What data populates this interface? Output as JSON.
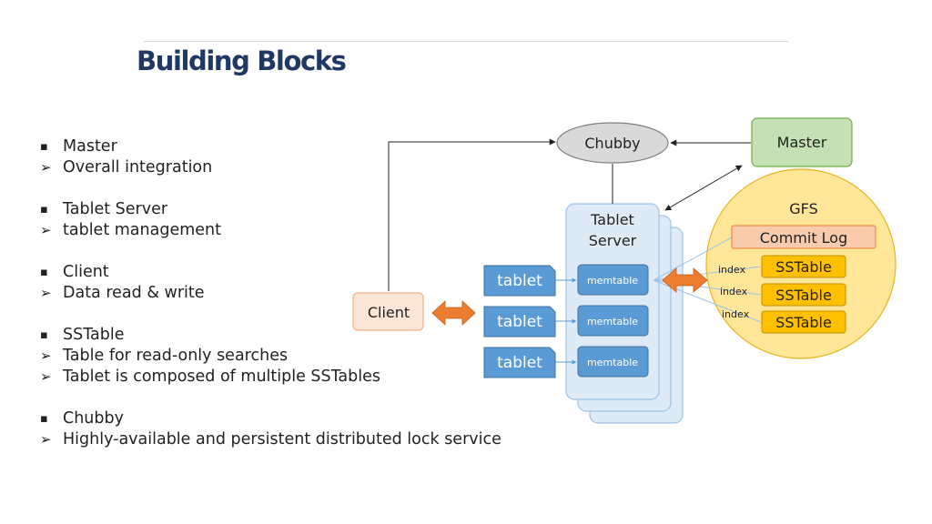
{
  "slide": {
    "title": "Building Blocks"
  },
  "bullets": [
    {
      "heading": "Master",
      "detail": "Overall integration"
    },
    {
      "heading": "Tablet Server",
      "detail": "tablet management"
    },
    {
      "heading": "Client",
      "detail": "Data read & write"
    },
    {
      "heading": "SSTable",
      "details": [
        "Table for read-only searches",
        "Tablet is composed of multiple SSTables"
      ]
    },
    {
      "heading": "Chubby",
      "detail": "Highly-available and persistent distributed lock service"
    }
  ],
  "markers": {
    "square": "▪",
    "arrow": "➢"
  },
  "diagram": {
    "chubby": "Chubby",
    "master": "Master",
    "client": "Client",
    "tablet_server": [
      "Tablet",
      "Server"
    ],
    "tablets": [
      "tablet",
      "tablet",
      "tablet"
    ],
    "memtables": [
      "memtable",
      "memtable",
      "memtable"
    ],
    "gfs": "GFS",
    "commit_log": "Commit Log",
    "sstables": [
      "SSTable",
      "SSTable",
      "SSTable"
    ],
    "index_labels": [
      "index",
      "index",
      "index"
    ]
  },
  "colors": {
    "title": "#1f3864",
    "tablet_blue": "#5b9bd5",
    "server_panel": "#deebf7",
    "master_green": "#c5e0b4",
    "gfs_yellow": "#ffe699",
    "sstable_orange": "#ffc000",
    "commit_log_fill": "#f8cbad",
    "client_fill": "#fbe5d6",
    "arrow_orange": "#ed7d31"
  }
}
